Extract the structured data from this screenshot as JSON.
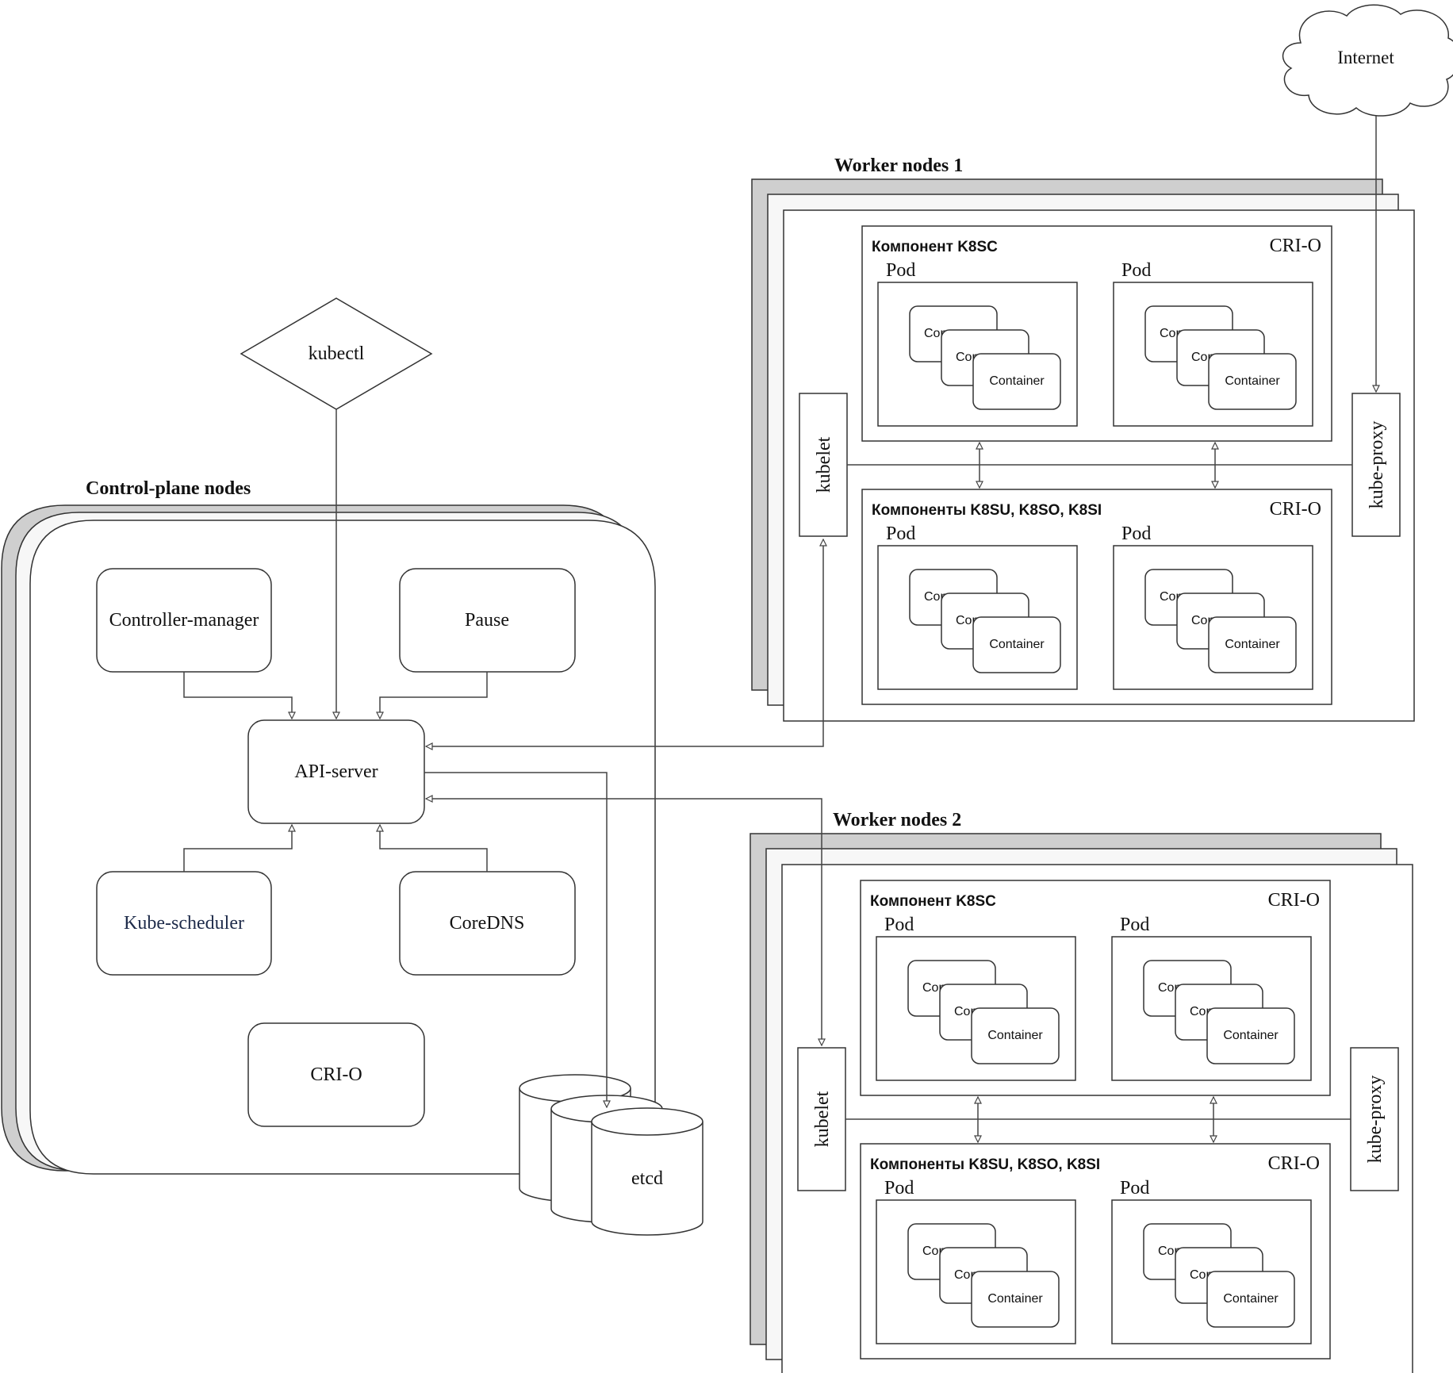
{
  "external": {
    "internet": "Internet",
    "kubectl": "kubectl"
  },
  "control_plane": {
    "title": "Control-plane nodes",
    "controller_manager": "Controller-manager",
    "pause": "Pause",
    "api_server": "API-server",
    "kube_scheduler": "Kube-scheduler",
    "coredns": "CoreDNS",
    "crio": "CRI-O",
    "etcd": "etcd"
  },
  "workers": [
    {
      "title": "Worker nodes 1",
      "kubelet": "kubelet",
      "kube_proxy": "kube-proxy",
      "groups": [
        {
          "title": "Компонент K8SC",
          "runtime": "CRI-O",
          "pods": [
            {
              "label": "Pod",
              "containers": [
                "Con",
                "Con",
                "Container"
              ]
            },
            {
              "label": "Pod",
              "containers": [
                "Con",
                "Con",
                "Container"
              ]
            }
          ]
        },
        {
          "title": "Компоненты K8SU, K8SO, K8SI",
          "runtime": "CRI-O",
          "pods": [
            {
              "label": "Pod",
              "containers": [
                "Con",
                "Con",
                "Container"
              ]
            },
            {
              "label": "Pod",
              "containers": [
                "Con",
                "Con",
                "Container"
              ]
            }
          ]
        }
      ]
    },
    {
      "title": "Worker nodes 2",
      "kubelet": "kubelet",
      "kube_proxy": "kube-proxy",
      "groups": [
        {
          "title": "Компонент K8SC",
          "runtime": "CRI-O",
          "pods": [
            {
              "label": "Pod",
              "containers": [
                "Con",
                "Con",
                "Container"
              ]
            },
            {
              "label": "Pod",
              "containers": [
                "Con",
                "Con",
                "Container"
              ]
            }
          ]
        },
        {
          "title": "Компоненты K8SU, K8SO, K8SI",
          "runtime": "CRI-O",
          "pods": [
            {
              "label": "Pod",
              "containers": [
                "Con",
                "Con",
                "Container"
              ]
            },
            {
              "label": "Pod",
              "containers": [
                "Con",
                "Con",
                "Container"
              ]
            }
          ]
        }
      ]
    }
  ]
}
